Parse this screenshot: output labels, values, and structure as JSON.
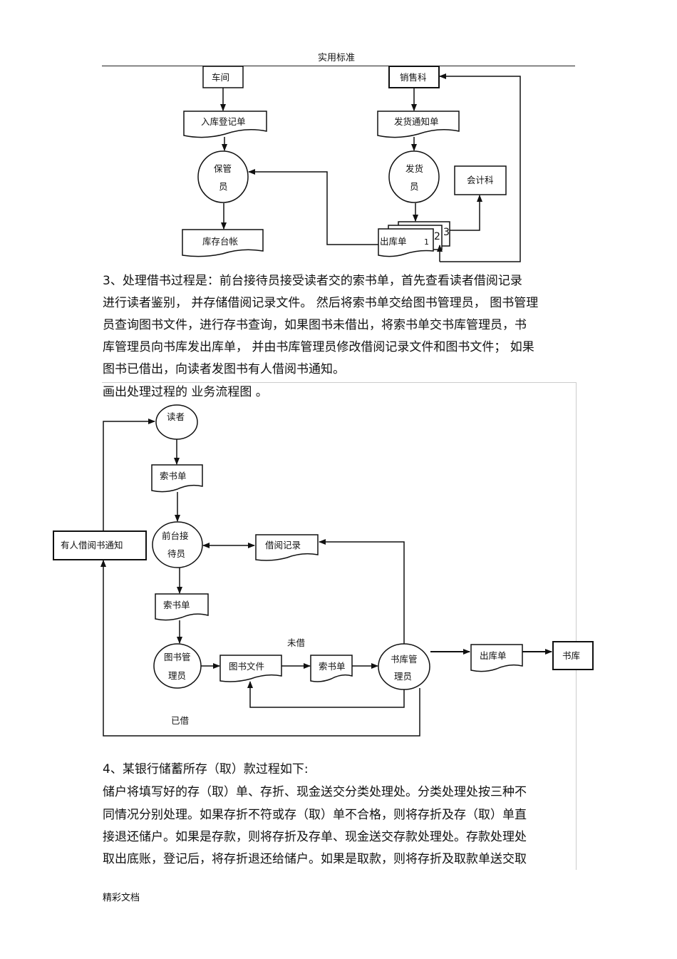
{
  "header": {
    "title": "实用标准"
  },
  "footer": {
    "text": "精彩文档"
  },
  "diagram1": {
    "workshop": "车间",
    "sales": "销售科",
    "inbound_slip": "入库登记单",
    "delivery_notice": "发货通知单",
    "keeper_line1": "保管",
    "keeper_line2": "员",
    "shipper_line1": "发货",
    "shipper_line2": "员",
    "accounting": "会计科",
    "ledger": "库存台帐",
    "outbound_slip": "出库单",
    "copy1": "1",
    "copy2": "2",
    "copy3": "3"
  },
  "section3": {
    "lines": [
      "3、处理借书过程是：前台接待员接受读者交的索书单，首先查看读者借阅记录",
      "进行读者鉴别，  并存储借阅记录文件。  然后将索书单交给图书管理员，     图书管理",
      "员查询图书文件，进行存书查询，如果图书未借出，将索书单交书库管理员，书",
      "库管理员向书库发出库单，    并由书库管理员修改借阅记录文件和图书文件；     如果",
      "图书已借出，向读者发图书有人借阅书通知。"
    ],
    "task": "画出处理过程的  业务流程图 。"
  },
  "diagram2": {
    "reader": "读者",
    "request_slip_1": "索书单",
    "front_desk_line1": "前台接",
    "front_desk_line2": "待员",
    "borrow_record": "借阅记录",
    "notice": "有人借阅书通知",
    "request_slip_2": "索书单",
    "librarian_line1": "图书管",
    "librarian_line2": "理员",
    "book_file": "图书文件",
    "request_slip_3": "索书单",
    "not_borrowed": "未借",
    "stack_manager_line1": "书库管",
    "stack_manager_line2": "理员",
    "outbound_slip": "出库单",
    "stack": "书库",
    "borrowed": "已借"
  },
  "section4": {
    "lines": [
      "4、某银行储蓄所存（取）款过程如下:",
      "储户将填写好的存（取）单、存折、现金送交分类处理处。分类处理处按三种不",
      "同情况分别处理。如果存折不符或存（取）单不合格，则将存折及存（取）单直",
      "接退还储户。如果是存款，则将存折及存单、现金送交存款处理处。存款处理处",
      "取出底账，登记后，将存折退还给储户。如果是取款，则将存折及取款单送交取"
    ]
  }
}
